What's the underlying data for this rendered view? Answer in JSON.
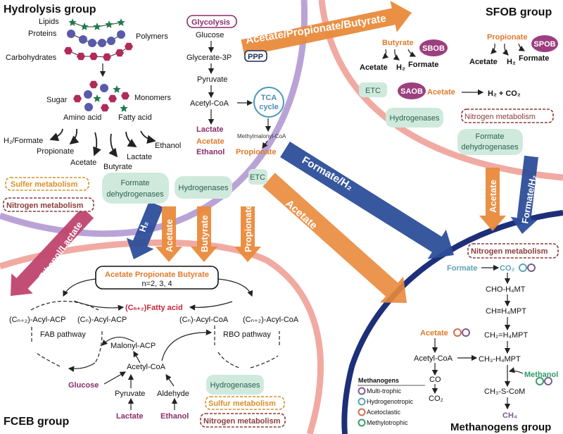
{
  "colors": {
    "orange": "#e98a3b",
    "blue": "#2c4e9a",
    "pink_arrow": "#c0456e",
    "purple_band": "#b9a3d6",
    "pink_band": "#f0aaa2",
    "navy_band": "#1e2f7a",
    "enzyme_box": "#cfeadd",
    "bubble": "#9c3f7e"
  },
  "hydrolysis": {
    "title": "Hydrolysis group",
    "lipids": "Lipids",
    "proteins": "Proteins",
    "polymers": "Polymers",
    "carbohydrates": "Carbohydrates",
    "sugar": "Sugar",
    "monomers": "Monomers",
    "amino_acid": "Amino acid",
    "fatty_acid": "Fatty acid",
    "products": {
      "h2_formate": "H₂/Formate",
      "propionate": "Propionate",
      "acetate": "Acetate",
      "butyrate": "Butyrate",
      "lactate": "Lactate",
      "ethanol": "Ethanol"
    },
    "glycolysis": "Glycolysis",
    "glucose": "Glucose",
    "glycerate": "Glycerate-3P",
    "ppp": "PPP",
    "pyruvate": "Pyruvate",
    "acetyl_coa": "Acetyl-CoA",
    "tca1": "TCA",
    "tca2": "cycle",
    "lactate": "Lactate",
    "acetate": "Acetate",
    "ethanol": "Ethanol",
    "methylmalonyl": "Methylmalonyl-CoA",
    "propionate": "Propionate",
    "sulfer": "Sulfer metabolism",
    "nitrogen": "Nitrogen metabolism",
    "fdh1": "Formate",
    "fdh2": "dehydrogenases",
    "hydrogenases": "Hydrogenases",
    "etc": "ETC"
  },
  "arrows": {
    "vfa": "Acetate/Propionate/Butyrate",
    "formate_h2": "Formate/H₂",
    "acetate": "Acetate",
    "ethanol_lactate": "Ethanol/Lactate",
    "h2": "H₂",
    "down_acetate": "Acetate",
    "down_butyrate": "Butyrate",
    "down_propionate": "Propionate",
    "right_acetate": "Acetate",
    "right_formate_h2": "Formate/H₂"
  },
  "sfob": {
    "title": "SFOB group",
    "butyrate": "Butyrate",
    "sbob": "SBOB",
    "b_acetate": "Acetate",
    "b_h2": "H₂",
    "b_formate": "Formate",
    "propionate": "Propionate",
    "spob": "SPOB",
    "p_acetate": "Acetate",
    "p_h2": "H₂",
    "p_formate": "Formate",
    "etc": "ETC",
    "saob": "SAOB",
    "s_acetate": "Acetate",
    "products": "H₂ + CO₂",
    "hydrogenases": "Hydrogenases",
    "nitrogen": "Nitrogen metabolism",
    "fdh1": "Formate",
    "fdh2": "dehydrogenases"
  },
  "fceb": {
    "title": "FCEB group",
    "substrates": "Acetate Propionate Butyrate",
    "n": "n=2, 3, 4",
    "fatty_acid": "(Cₙ₊₂)Fatty acid",
    "acyl_acp_n2": "(Cₙ₊₂)-Acyl-ACP",
    "acyl_acp_n": "(Cₙ)-Acyl-ACP",
    "fab": "FAB pathway",
    "malonyl": "Malonyl-ACP",
    "acetyl_coa": "Acetyl-CoA",
    "glucose": "Glucose",
    "pyruvate": "Pyruvate",
    "aldehyde": "Aldehyde",
    "lactate": "Lactate",
    "ethanol": "Ethanol",
    "acyl_coa_n": "(Cₙ)-Acyl-CoA",
    "acyl_coa_n2": "(Cₙ₊₂)-Acyl-CoA",
    "rbo": "RBO pathway",
    "hydrogenases": "Hydrogenases",
    "sulfur": "Sulfur metabolism",
    "nitrogen": "Nitrogen metabolism"
  },
  "methanogens": {
    "title": "Methanogens group",
    "nitrogen": "Nitrogen metabolism",
    "formate": "Formate",
    "co2": "CO₂",
    "cho": "CHO-H₄MT",
    "ch": "CH≡H₄MPT",
    "ch2": "CH₂=H₄MPT",
    "ch3": "CH₃-H₄MPT",
    "acetate": "Acetate",
    "acetyl_coa": "Acetyl-CoA",
    "co": "CO",
    "co2b": "CO₂",
    "methanol": "Methanol",
    "ch3s": "CH₃-S-CoM",
    "ch4": "CH₄",
    "legend": {
      "title": "Methanogens",
      "items": [
        {
          "label": "Multi-trophic",
          "color": "#7a5c8c"
        },
        {
          "label": "Hydrogenotropic",
          "color": "#5aa3b5"
        },
        {
          "label": "Acetoclastic",
          "color": "#d0704f"
        },
        {
          "label": "Methylotrophic",
          "color": "#3a9a6a"
        }
      ]
    }
  }
}
